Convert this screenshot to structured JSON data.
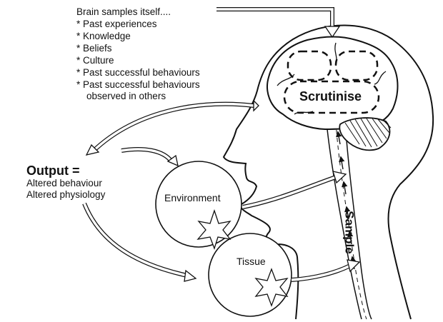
{
  "brain_samples": {
    "title": "Brain samples itself....",
    "items": [
      "* Past experiences",
      "* Knowledge",
      "* Beliefs",
      "* Culture",
      "* Past successful behaviours",
      "* Past successful behaviours",
      "observed in others"
    ]
  },
  "output": {
    "title": "Output =",
    "lines": [
      "Altered behaviour",
      "Altered physiology"
    ]
  },
  "labels": {
    "environment": "Environment",
    "tissue": "Tissue",
    "scrutinise": "Scrutinise",
    "sample": "Sample"
  }
}
